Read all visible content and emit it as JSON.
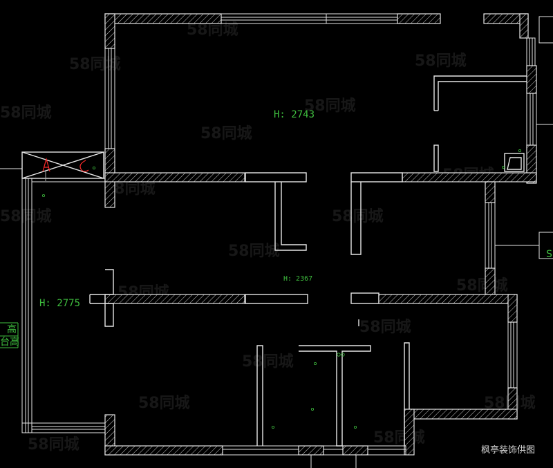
{
  "rooms": [
    {
      "height_label": "H: 2743"
    },
    {
      "height_label": "H: 2775"
    },
    {
      "height_label": "H: 2367"
    }
  ],
  "side_labels": [
    "高",
    "台高"
  ],
  "right_label": "S",
  "marker_letters": [
    "A",
    "C"
  ],
  "watermark": "58同城",
  "caption": "枫亭装饰供图"
}
